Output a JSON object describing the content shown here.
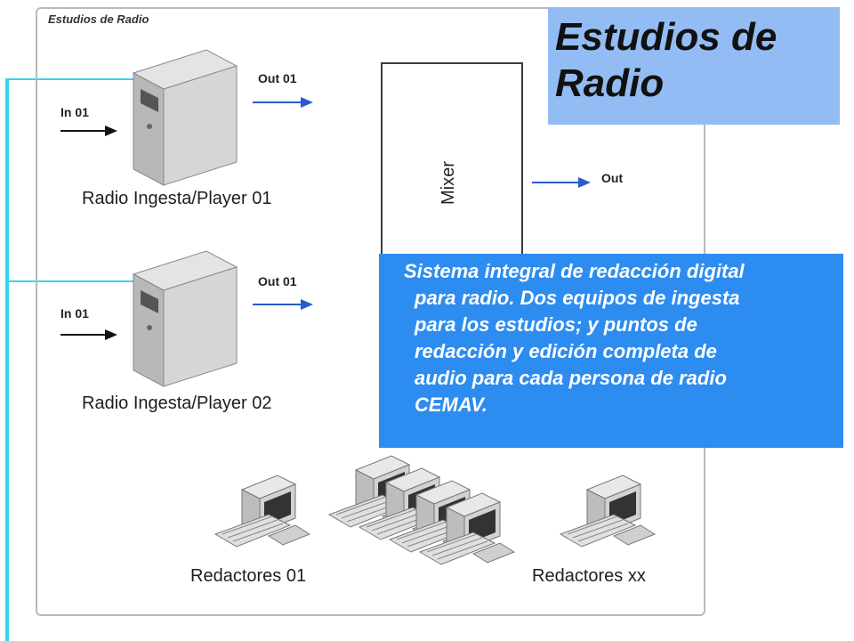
{
  "diagram": {
    "frame_label": "Estudios de Radio",
    "title_lines": [
      "Estudios de",
      "Radio"
    ],
    "description_lines": [
      "Sistema integral de redacción digital",
      "para radio. Dos equipos de ingesta",
      "para los estudios; y puntos de",
      "redacción y edición completa de",
      "audio para cada persona de radio",
      "CEMAV."
    ],
    "players": [
      {
        "label": "Radio Ingesta/Player 01",
        "in_label": "In 01",
        "out_label": "Out 01"
      },
      {
        "label": "Radio Ingesta/Player 02",
        "in_label": "In 01",
        "out_label": "Out 01"
      }
    ],
    "mixer": {
      "label": "Mixer",
      "out_label": "Out"
    },
    "workstations": [
      {
        "label": "Redactores 01"
      },
      {
        "label": "Redactores xx"
      }
    ],
    "colors": {
      "title_bg": "#94bcf4",
      "description_bg": "#2d8cf0",
      "network_line": "#33d6ee",
      "arrow_blue": "#2a5bc9"
    }
  }
}
